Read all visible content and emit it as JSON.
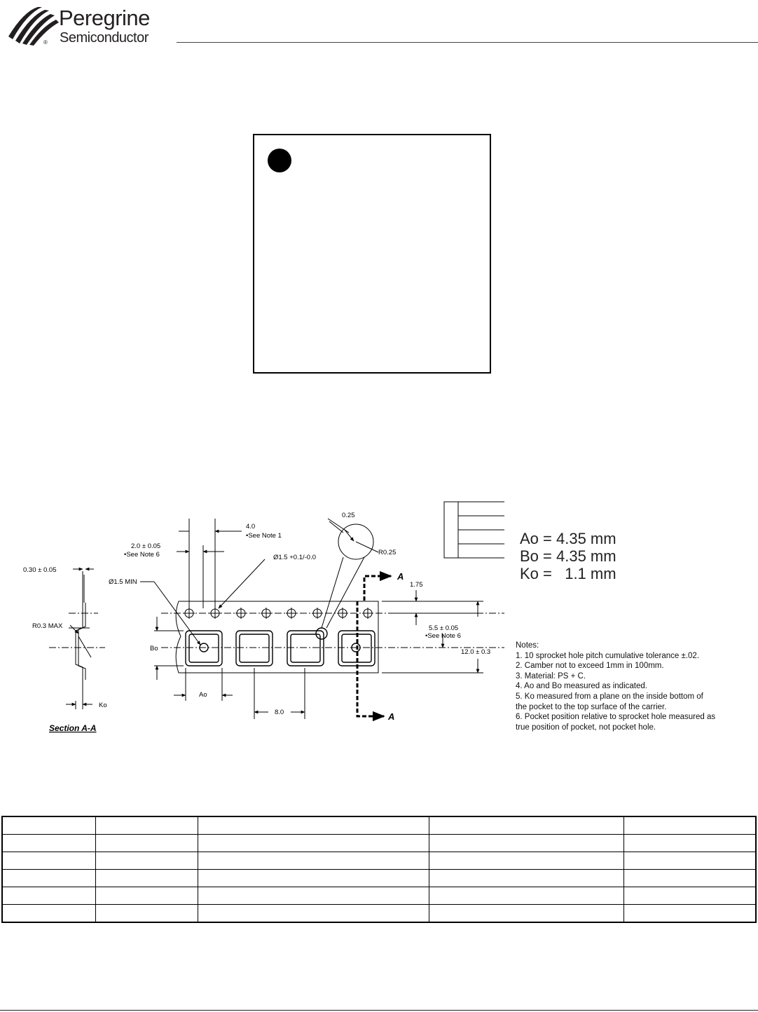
{
  "header": {
    "logo_line1": "Peregrine",
    "logo_line2": "Semiconductor",
    "logo_mark": "®"
  },
  "marking": {
    "pin1_icon": "pin-1-dot"
  },
  "drawing": {
    "dims": {
      "pitch_4": "4.0",
      "note1": "•See Note 1",
      "d2": "2.0 ± 0.05",
      "note6a": "•See Note 6",
      "r025_top": "0.25",
      "r025": "R0.25",
      "hole_dia": "Ø1.5 +0.1/-0.0",
      "t030": "0.30 ± 0.05",
      "min15": "Ø1.5 MIN",
      "r03": "R0.3 MAX",
      "bo": "Bo",
      "ao": "Ao",
      "ko": "Ko",
      "d175": "1.75",
      "d55": "5.5 ± 0.05",
      "note6b": "•See Note 6",
      "d12": "12.0 ± 0.3",
      "d8": "8.0",
      "sec_a_top": "A",
      "sec_a_bot": "A",
      "section_label": "Section A-A"
    },
    "legend": {
      "ao": "Ao = 4.35 mm",
      "bo": "Bo = 4.35 mm",
      "ko": "Ko =   1.1 mm"
    },
    "notes": {
      "title": "Notes:",
      "n1": "1. 10 sprocket hole pitch cumulative tolerance ±.02.",
      "n2": "2. Camber not to exceed 1mm in 100mm.",
      "n3": "3. Material: PS + C.",
      "n4": "4. Ao and Bo measured as indicated.",
      "n5a": "5. Ko measured from a plane on the inside bottom of",
      "n5b": "the pocket to the top surface of the carrier.",
      "n6a": "6. Pocket position relative to sprocket hole measured as",
      "n6b": "true position of pocket, not pocket hole."
    }
  }
}
